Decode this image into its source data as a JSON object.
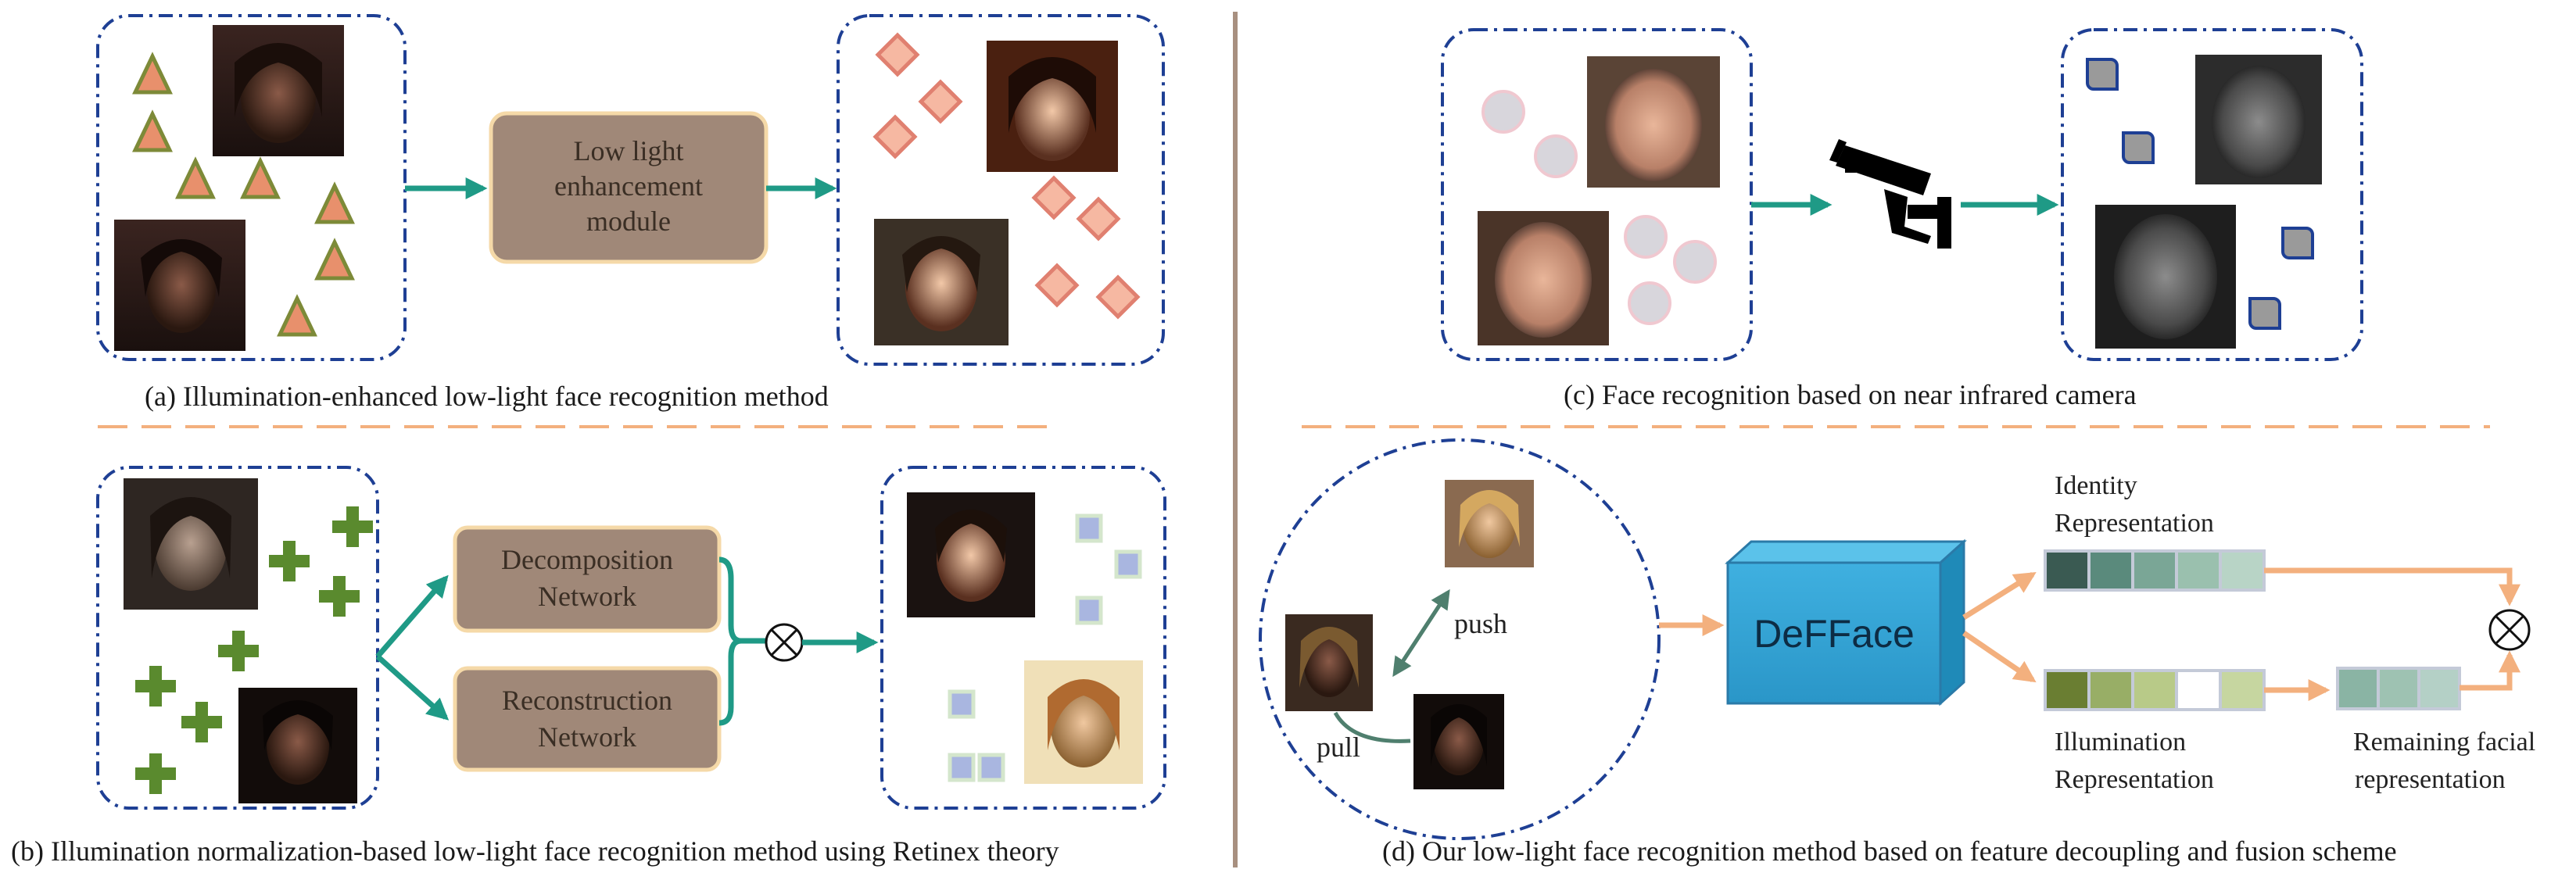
{
  "panels": {
    "a": {
      "caption": "(a) Illumination-enhanced low-light face recognition method",
      "module_lines": [
        "Low light",
        "enhancement",
        "module"
      ]
    },
    "b": {
      "caption": "(b) Illumination normalization-based low-light face recognition method using Retinex theory",
      "decomp_lines": [
        "Decomposition",
        "Network"
      ],
      "recon_lines": [
        "Reconstruction",
        "Network"
      ]
    },
    "c": {
      "caption": "(c) Face recognition based on near infrared camera"
    },
    "d": {
      "caption": "(d) Our low-light face recognition method based on feature decoupling and fusion scheme",
      "push_label": "push",
      "pull_label": "pull",
      "model_label": "DeFFace",
      "identity_lines": [
        "Identity",
        "Representation"
      ],
      "illumination_lines": [
        "Illumination",
        "Representation"
      ],
      "remaining_lines": [
        "Remaining facial",
        "representation"
      ]
    }
  },
  "colors": {
    "teal_arrow": "#1f9a86",
    "orange_arrow": "#f3b07e",
    "dash_border": "#1e3f94",
    "module_fill": "#a08878",
    "module_stroke": "#f5d9a8",
    "divider": "#a89080",
    "cube_front": "#3aa8d8",
    "triangle_fill": "#e8906c",
    "triangle_stroke": "#7d8a38",
    "diamond_fill": "#f6b8a2",
    "diamond_stroke": "#e08070",
    "plus": "#5a8a2e",
    "square_fill": "#a9b6e0",
    "circle_fill": "#d8d6dc"
  }
}
